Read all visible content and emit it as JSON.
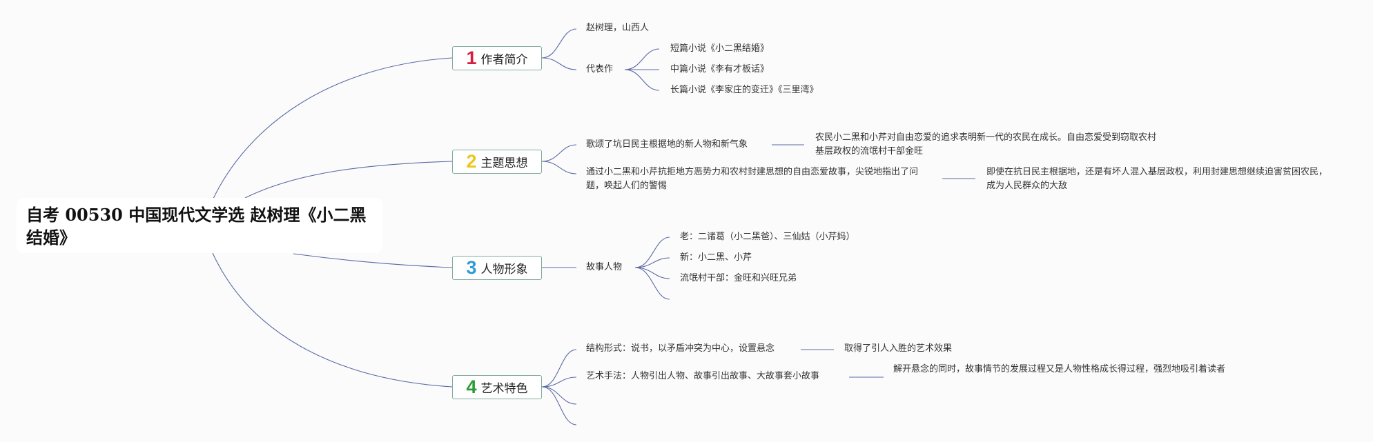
{
  "root": {
    "title": "自考 00530 中国现代文学选 赵树理《小二黑结婚》"
  },
  "colors": {
    "link": "#5a6aa3",
    "node_border": "#82ab9d",
    "num1": "#d81e3f",
    "num2": "#f0c419",
    "num3": "#2d9bd6",
    "num4": "#2a9c34"
  },
  "branches": [
    {
      "num": "1",
      "label": "作者简介",
      "children": [
        {
          "text": "赵树理，山西人"
        },
        {
          "text": "代表作",
          "children": [
            "短篇小说《小二黑结婚》",
            "中篇小说《李有才板话》",
            "长篇小说《李家庄的变迁》《三里湾》"
          ]
        }
      ]
    },
    {
      "num": "2",
      "label": "主题思想",
      "children": [
        {
          "text": "歌颂了坑日民主根据地的新人物和新气象",
          "detail": "农民小二黑和小芹对自由恋爱的追求表明新一代的农民在成长。自由恋爱受到窃取农村基层政权的流氓村干部金旺"
        },
        {
          "text": "通过小二黑和小芹抗拒地方恶势力和农村封建思想的自由恋爱故事，尖锐地指出了问题，唤起人们的警惕",
          "detail": "即使在抗日民主根据地，还是有坏人混入基层政权，利用封建思想继续迫害贫困农民，成为人民群众的大敌"
        }
      ]
    },
    {
      "num": "3",
      "label": "人物形象",
      "children": [
        {
          "text": "故事人物",
          "children": [
            "老：二诸葛（小二黑爸）、三仙姑（小芹妈）",
            "新：小二黑、小芹",
            "流氓村干部：金旺和兴旺兄弟"
          ]
        }
      ]
    },
    {
      "num": "4",
      "label": "艺术特色",
      "children": [
        {
          "text": "结构形式：说书，以矛盾冲突为中心，设置悬念",
          "detail": "取得了引人入胜的艺术效果"
        },
        {
          "text": "艺术手法：人物引出人物、故事引出故事、大故事套小故事",
          "detail": "解开悬念的同时，故事情节的发展过程又是人物性格成长得过程，强烈地吸引着读者"
        }
      ]
    }
  ]
}
